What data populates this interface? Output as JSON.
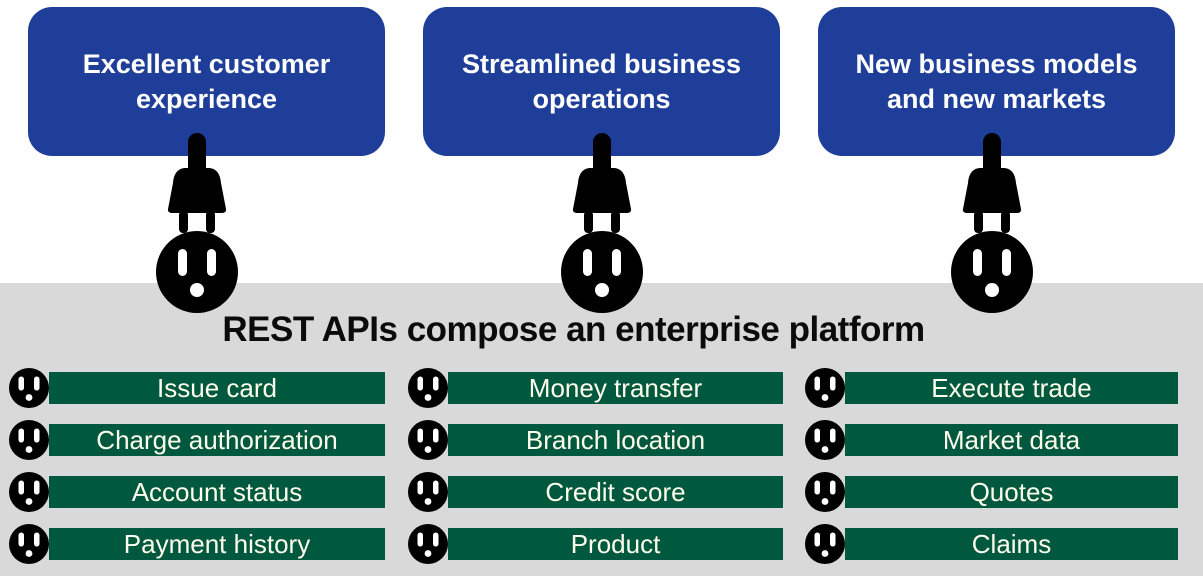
{
  "title": "REST APIs compose an enterprise platform",
  "benefits": [
    {
      "label": "Excellent customer\nexperience"
    },
    {
      "label": "Streamlined business\noperations"
    },
    {
      "label": "New business models\nand new markets"
    }
  ],
  "api_columns": [
    {
      "items": [
        "Issue card",
        "Charge authorization",
        "Account status",
        "Payment history"
      ]
    },
    {
      "items": [
        "Money transfer",
        "Branch location",
        "Credit score",
        "Product"
      ]
    },
    {
      "items": [
        "Execute trade",
        "Market data",
        "Quotes",
        "Claims"
      ]
    }
  ],
  "icons": {
    "connector": "power-plug-into-outlet-icon",
    "row_icon": "power-outlet-icon"
  },
  "colors": {
    "benefit_blue": "#1e3e99",
    "api_green": "#00583f",
    "band_gray": "#d9d9d9",
    "connector_black": "#000000",
    "bar_text": "#fffdeb",
    "title_text": "#0b0b0b"
  }
}
